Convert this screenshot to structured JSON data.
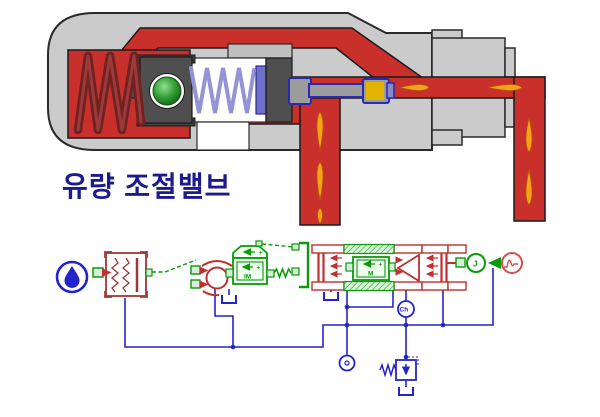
{
  "title": {
    "label": "유량 조절밸브"
  },
  "colors": {
    "fluid_red": "#c9302c",
    "body_gray": "#cbcbcb",
    "dark_metal": "#4f4f4f",
    "arrow_orange": "#f7a11a",
    "title_blue": "#1b1b8f",
    "schematic_blue": "#2424cc",
    "schematic_green": "#0a9a0a",
    "schematic_red": "#c03030",
    "compensator_maroon": "#a03535",
    "ball_green": "#1f8a1f",
    "spool_yellow": "#e2b400",
    "blue_spring": "#9393d8",
    "dark_red_spring": "#6e2222"
  },
  "schematic": {
    "labels": {
      "im": "IM",
      "m": "M",
      "j": "J",
      "ch": "Ch",
      "plus1": "+",
      "plus2": "+",
      "plus3": "+"
    }
  }
}
